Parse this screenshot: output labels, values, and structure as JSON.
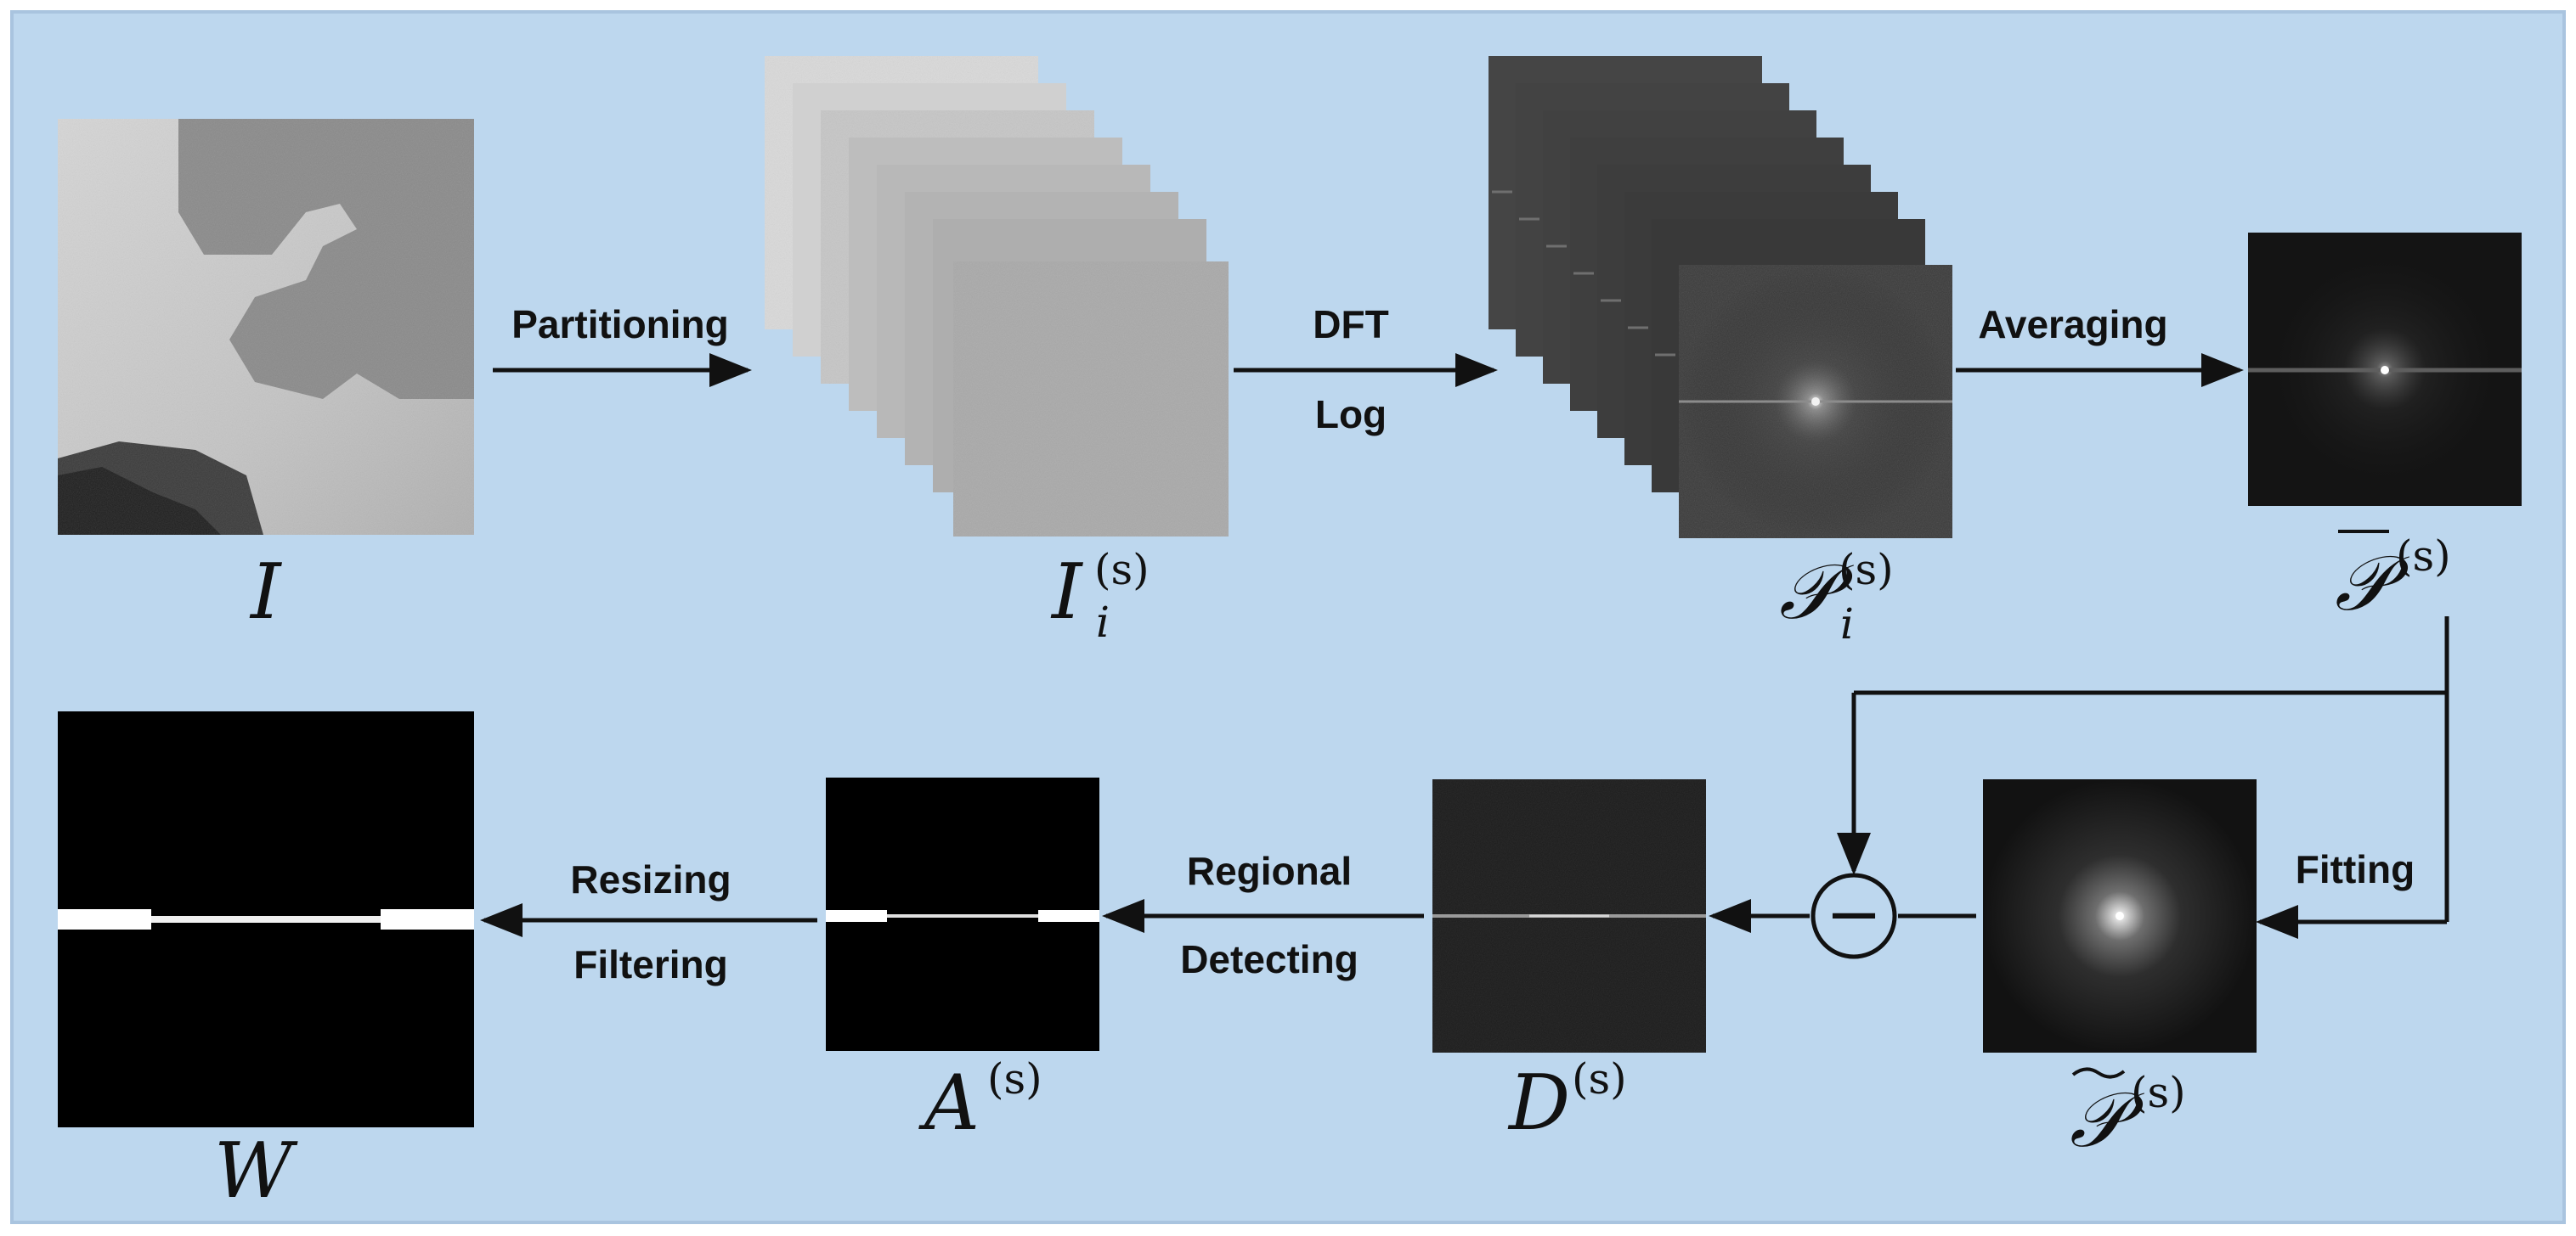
{
  "colors": {
    "background": "#bdd7ee",
    "border": "#a9c4df",
    "arrow": "#111111"
  },
  "operations": {
    "partitioning": "Partitioning",
    "dft": "DFT",
    "log": "Log",
    "averaging": "Averaging",
    "fitting": "Fitting",
    "regional": "Regional",
    "detecting": "Detecting",
    "resizing": "Resizing",
    "filtering": "Filtering"
  },
  "symbols": {
    "input": {
      "base": "I"
    },
    "patches": {
      "base": "I",
      "sub": "i",
      "sup": "(s)"
    },
    "spectra": {
      "base": "𝒫",
      "sub": "i",
      "sup": "(s)"
    },
    "mean_spectrum": {
      "base": "𝒫",
      "sup": "(s)"
    },
    "fitted_spectrum": {
      "base": "𝒫",
      "sup": "(s)"
    },
    "difference": {
      "base": "D",
      "sup": "(s)"
    },
    "detection": {
      "base": "A",
      "sup": "(s)"
    },
    "output": {
      "base": "W"
    },
    "subtract_operator": "−"
  }
}
